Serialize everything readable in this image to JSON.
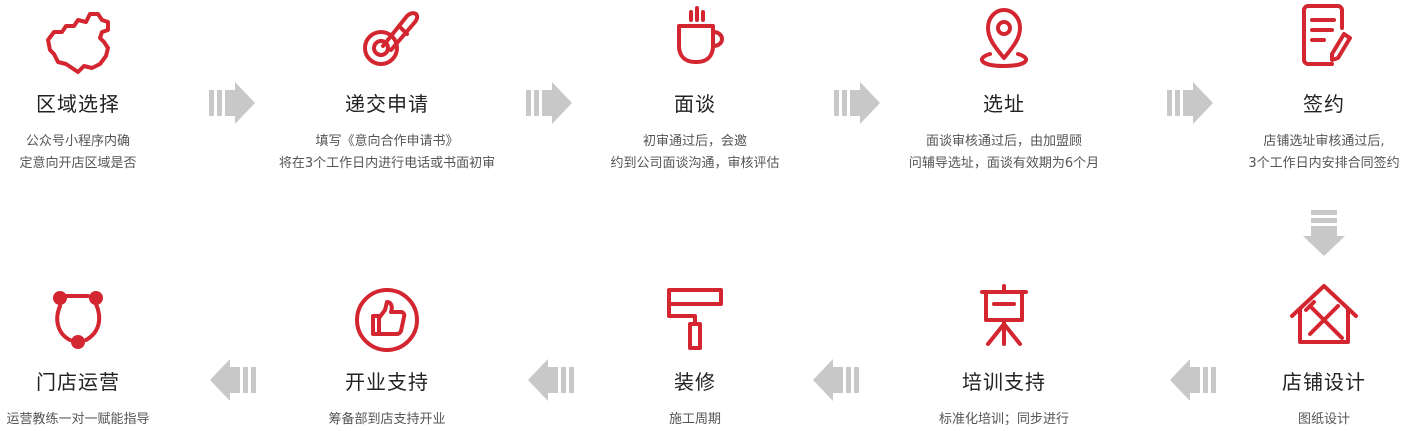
{
  "colors": {
    "accent": "#d32630",
    "arrow": "#c8c8c8",
    "title": "#222222",
    "desc": "#555555"
  },
  "steps": [
    {
      "id": "region",
      "icon": "china-map-icon",
      "title": "区域选择",
      "desc": [
        "公众号小程序内确",
        "定意向开店区域是否"
      ]
    },
    {
      "id": "apply",
      "icon": "quill-pen-icon",
      "title": "递交申请",
      "desc": [
        "填写《意向合作申请书》",
        "将在3个工作日内进行电话或书面初审"
      ]
    },
    {
      "id": "interview",
      "icon": "coffee-cup-icon",
      "title": "面谈",
      "desc": [
        "初审通过后，会邀",
        "约到公司面谈沟通，审核评估"
      ]
    },
    {
      "id": "site",
      "icon": "location-pin-icon",
      "title": "选址",
      "desc": [
        "面谈审核通过后，由加盟顾",
        "问辅导选址，面谈有效期为6个月"
      ]
    },
    {
      "id": "sign",
      "icon": "document-edit-icon",
      "title": "签约",
      "desc": [
        "店铺选址审核通过后,",
        "3个工作日内安排合同签约"
      ]
    },
    {
      "id": "design",
      "icon": "house-tools-icon",
      "title": "店铺设计",
      "desc": [
        "图纸设计"
      ]
    },
    {
      "id": "training",
      "icon": "training-board-icon",
      "title": "培训支持",
      "desc": [
        "标准化培训；同步进行"
      ]
    },
    {
      "id": "decor",
      "icon": "paint-roller-icon",
      "title": "装修",
      "desc": [
        "施工周期"
      ]
    },
    {
      "id": "opening",
      "icon": "thumbs-up-icon",
      "title": "开业支持",
      "desc": [
        "筹备部到店支持开业"
      ]
    },
    {
      "id": "operation",
      "icon": "cycle-nodes-icon",
      "title": "门店运营",
      "desc": [
        "运营教练一对一赋能指导"
      ]
    }
  ]
}
